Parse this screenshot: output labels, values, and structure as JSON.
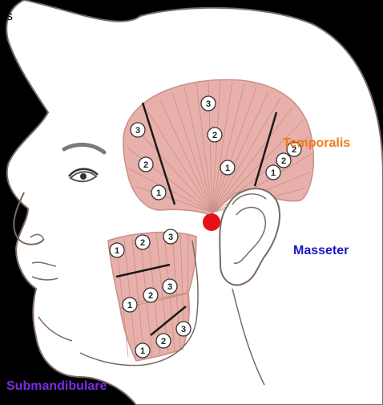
{
  "corner_text": "ks",
  "labels": {
    "temporalis": "Temporalis",
    "masseter": "Masseter",
    "submandibulare": "Submandibulare"
  },
  "colors": {
    "temporalis": "#f07a1a",
    "masseter": "#1a16c8",
    "submandibulare": "#7a2ee0",
    "muscle_fill": "#e8b0aa",
    "muscle_stroke": "#c98f88",
    "skin_fill": "#ffffff",
    "outline": "#7a6a62",
    "red_dot": "#e8101a",
    "background": "#000000"
  },
  "temporalis_markers": [
    "3",
    "3",
    "2",
    "2",
    "1",
    "1",
    "1",
    "2",
    "2"
  ],
  "masseter_markers": [
    "1",
    "2",
    "3",
    "1",
    "2",
    "3",
    "1",
    "2",
    "3"
  ]
}
